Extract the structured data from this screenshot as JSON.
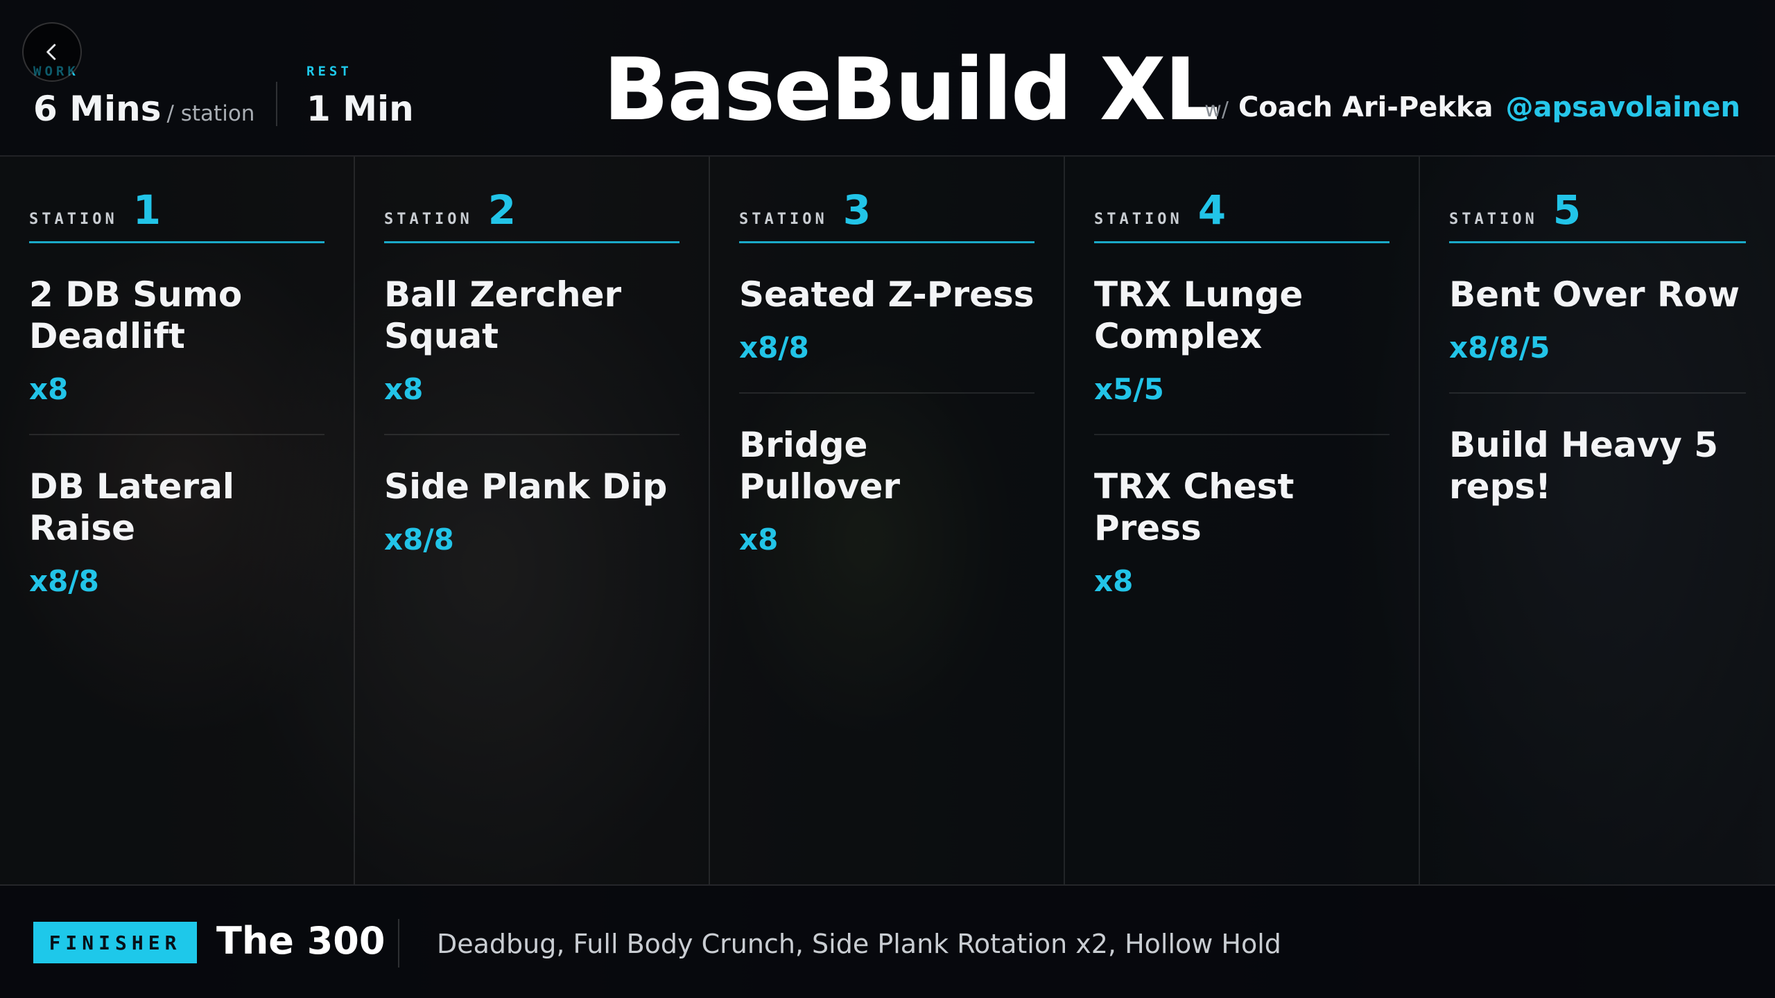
{
  "header": {
    "work_label": "WORK",
    "work_value": "6 Mins",
    "work_unit": "/ station",
    "rest_label": "REST",
    "rest_value": "1 Min",
    "title": "BaseBuild XL",
    "coach_prefix": "w/",
    "coach_name": "Coach Ari-Pekka",
    "coach_handle": "@apsavolainen"
  },
  "stations": [
    {
      "label": "STATION",
      "number": "1",
      "exercises": [
        {
          "name": "2 DB Sumo Deadlift",
          "reps": "x8"
        },
        {
          "name": "DB Lateral Raise",
          "reps": "x8/8"
        }
      ]
    },
    {
      "label": "STATION",
      "number": "2",
      "exercises": [
        {
          "name": "Ball Zercher Squat",
          "reps": "x8"
        },
        {
          "name": "Side Plank Dip",
          "reps": "x8/8"
        }
      ]
    },
    {
      "label": "STATION",
      "number": "3",
      "exercises": [
        {
          "name": "Seated Z-Press",
          "reps": "x8/8"
        },
        {
          "name": "Bridge Pullover",
          "reps": "x8"
        }
      ]
    },
    {
      "label": "STATION",
      "number": "4",
      "exercises": [
        {
          "name": "TRX Lunge Complex",
          "reps": "x5/5"
        },
        {
          "name": "TRX Chest Press",
          "reps": "x8"
        }
      ]
    },
    {
      "label": "STATION",
      "number": "5",
      "exercises": [
        {
          "name": "Bent Over Row",
          "reps": "x8/8/5"
        },
        {
          "name": "Build Heavy 5 reps!",
          "reps": ""
        }
      ]
    }
  ],
  "finisher": {
    "badge": "FINISHER",
    "title": "The 300",
    "description": "Deadbug, Full Body Crunch, Side Plank Rotation x2, Hollow Hold"
  },
  "icons": {
    "back": "chevron-left-icon"
  },
  "colors": {
    "accent": "#1ec8ea",
    "background": "#0b0f14",
    "text": "#ffffff"
  }
}
